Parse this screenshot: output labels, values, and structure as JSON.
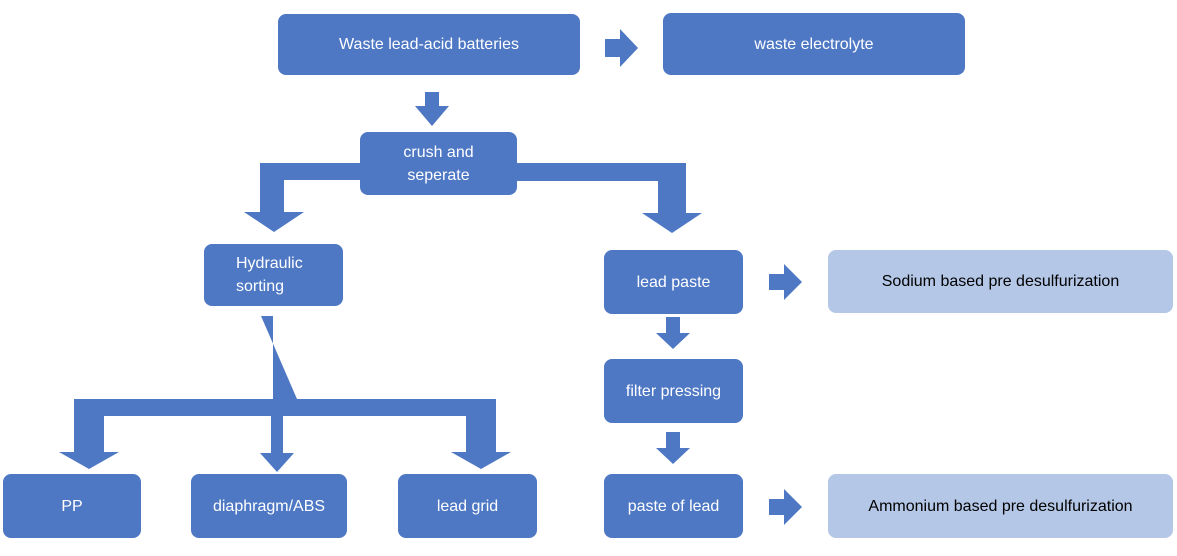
{
  "diagram": {
    "type": "flowchart",
    "title": "Waste lead-acid battery recycling process",
    "colors": {
      "primary": "#4e78c4",
      "secondary": "#b4c7e7",
      "text_on_primary": "#ffffff",
      "text_on_secondary": "#000000"
    },
    "nodes": {
      "waste_batteries": "Waste lead-acid batteries",
      "waste_electrolyte": "waste electrolyte",
      "crush_separate": "crush and\nseperate",
      "hydraulic_sorting": "Hydraulic\nsorting",
      "pp": "PP",
      "diaphragm_abs": "diaphragm/ABS",
      "lead_grid": "lead grid",
      "lead_paste": "lead paste",
      "filter_pressing": "filter pressing",
      "paste_of_lead": "paste of lead",
      "sodium_desulfurization": "Sodium based pre desulfurization",
      "ammonium_desulfurization": "Ammonium based pre desulfurization"
    },
    "edges": [
      {
        "from": "waste_batteries",
        "to": "waste_electrolyte"
      },
      {
        "from": "waste_batteries",
        "to": "crush_separate"
      },
      {
        "from": "crush_separate",
        "to": "hydraulic_sorting"
      },
      {
        "from": "crush_separate",
        "to": "lead_paste"
      },
      {
        "from": "hydraulic_sorting",
        "to": "pp"
      },
      {
        "from": "hydraulic_sorting",
        "to": "diaphragm_abs"
      },
      {
        "from": "hydraulic_sorting",
        "to": "lead_grid"
      },
      {
        "from": "lead_paste",
        "to": "sodium_desulfurization"
      },
      {
        "from": "lead_paste",
        "to": "filter_pressing"
      },
      {
        "from": "filter_pressing",
        "to": "paste_of_lead"
      },
      {
        "from": "paste_of_lead",
        "to": "ammonium_desulfurization"
      }
    ]
  }
}
